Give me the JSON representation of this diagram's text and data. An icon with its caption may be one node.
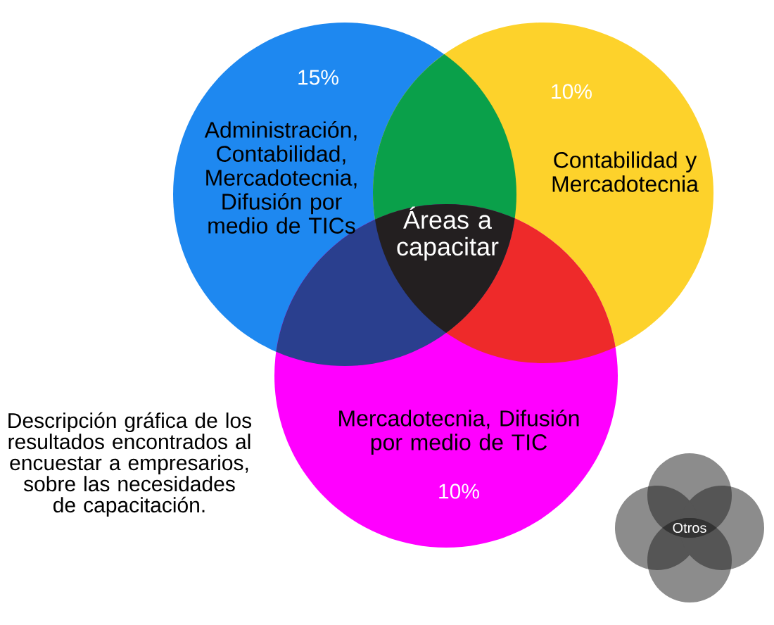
{
  "diagram": {
    "nodes": [
      {
        "text": [
          "15%",
          "Administración, Contabilidad, Mercadotecnia, Difusión por medio de TICs"
        ]
      },
      {
        "text": [
          "10%",
          "Contabilidad y Mercadotecnia"
        ]
      },
      {
        "text": [
          "Mercadotecnia, Difusión por medio de TIC",
          "10%"
        ]
      },
      {
        "text": [
          "Áreas a capacitar"
        ]
      },
      {
        "text": [
          "Otros"
        ]
      }
    ],
    "labels": [
      "Descripción gráfica de los resultados encontrados al encuestar a empresarios, sobre las necesidades de capacitación."
    ]
  }
}
